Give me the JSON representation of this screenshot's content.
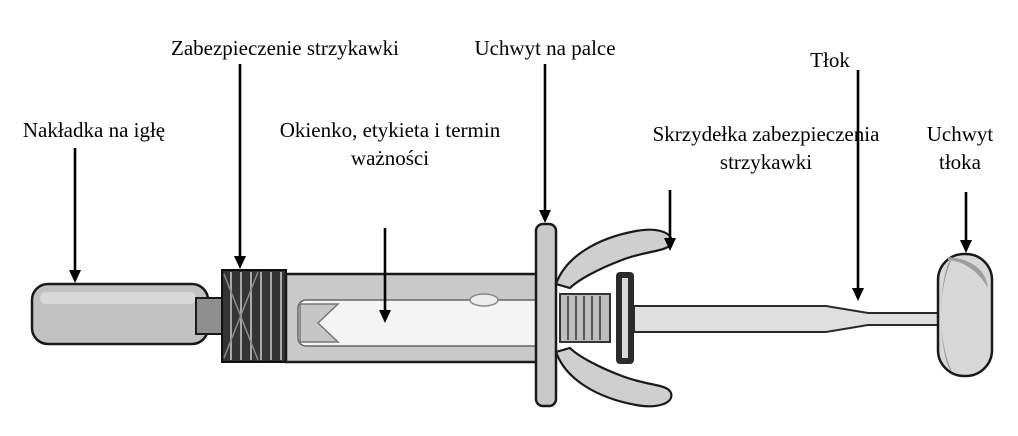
{
  "diagram": {
    "labels": {
      "needle_cap": "Nakładka na igłę",
      "syringe_guard": "Zabezpieczenie strzykawki",
      "window_line1": "Okienko, etykieta i termin",
      "window_line2": "ważności",
      "finger_grip": "Uchwyt na palce",
      "wings_line1": "Skrzydełka zabezpieczenia",
      "wings_line2": "strzykawki",
      "plunger": "Tłok",
      "plunger_grip_line1": "Uchwyt",
      "plunger_grip_line2": "tłoka"
    },
    "colors": {
      "background": "#ffffff",
      "ink": "#000000",
      "outline": "#1a1a1a",
      "metal_light": "#e0e0e0",
      "metal_mid": "#c9c9c9",
      "metal_dark": "#3f3f3f"
    }
  }
}
